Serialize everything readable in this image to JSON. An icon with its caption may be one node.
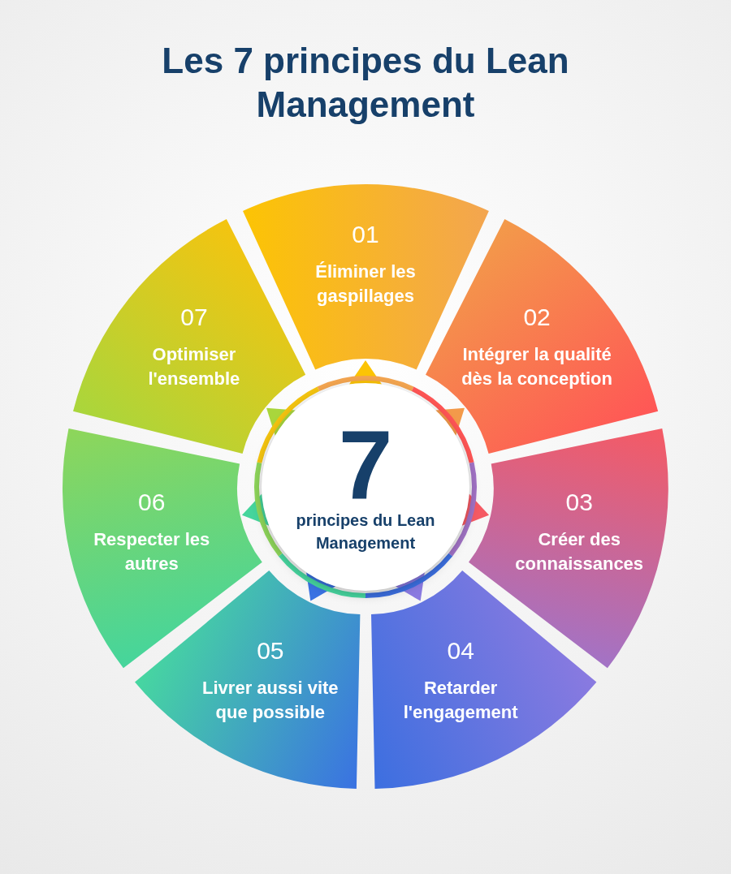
{
  "diagram": {
    "title": "Les 7 principes du Lean Management",
    "nodes": [
      {
        "text": [
          "01",
          "Éliminer les gaspillages"
        ]
      },
      {
        "text": [
          "02",
          "Intégrer la qualité dès la conception"
        ]
      },
      {
        "text": [
          "03",
          "Créer des connaissances"
        ]
      },
      {
        "text": [
          "04",
          "Retarder l'engagement"
        ]
      },
      {
        "text": [
          "05",
          "Livrer aussi vite que possible"
        ]
      },
      {
        "text": [
          "06",
          "Respecter les autres"
        ]
      },
      {
        "text": [
          "07",
          "Optimiser l'ensemble"
        ]
      },
      {
        "text": [
          "7",
          "principes du Lean Management"
        ]
      }
    ],
    "edges": []
  }
}
